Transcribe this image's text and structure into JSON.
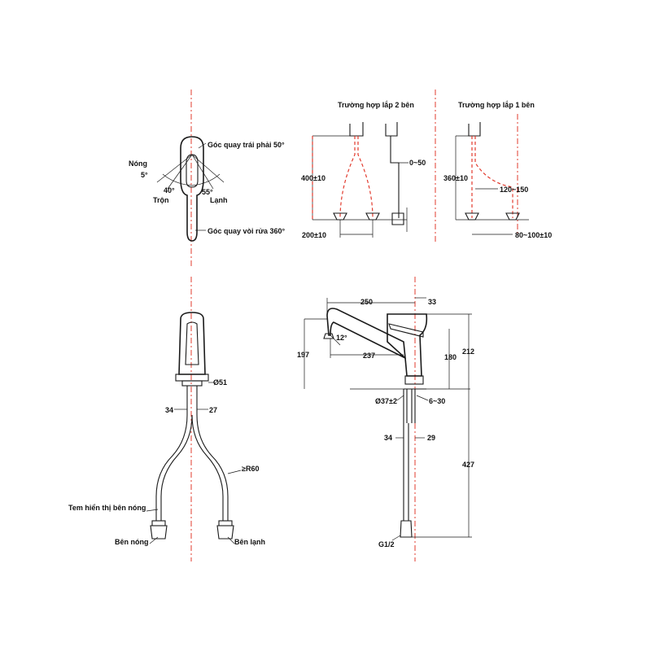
{
  "colors": {
    "line": "#1a1a1a",
    "centerline": "#e23b2e",
    "background": "#ffffff"
  },
  "top_view": {
    "hot_label": "Nóng",
    "hot_angle": "5°",
    "mix_angle": "40°",
    "mix_label": "Trộn",
    "cold_angle": "55°",
    "cold_label": "Lạnh",
    "left_right_rotation": "Góc quay trái phải 50°",
    "spout_rotation": "Góc quay vòi rửa 360°"
  },
  "install_two_sides": {
    "title": "Trường hợp lắp 2 bên",
    "height": "400±10",
    "valve_offset": "0~50",
    "spacing": "200±10"
  },
  "install_one_side": {
    "title": "Trường hợp lắp 1 bên",
    "height": "360±10",
    "offset": "120~150",
    "spacing": "80~100±10"
  },
  "front_view": {
    "base_diameter": "Ø51",
    "dim_left": "34",
    "dim_right": "27",
    "bend_radius": "≥R60",
    "hot_tag_label": "Tem hiển thị bên nóng",
    "hot_side_label": "Bên nóng",
    "cold_side_label": "Bên lạnh"
  },
  "side_view": {
    "spout_length": "250",
    "top_dim": "33",
    "angle": "12°",
    "spout_height": "197",
    "spout_reach": "237",
    "body_height": "180",
    "total_height": "212",
    "mount_hole": "Ø37±2",
    "deck_thickness": "6~30",
    "shank_left": "34",
    "shank_right": "29",
    "hose_length": "427",
    "thread": "G1/2"
  }
}
